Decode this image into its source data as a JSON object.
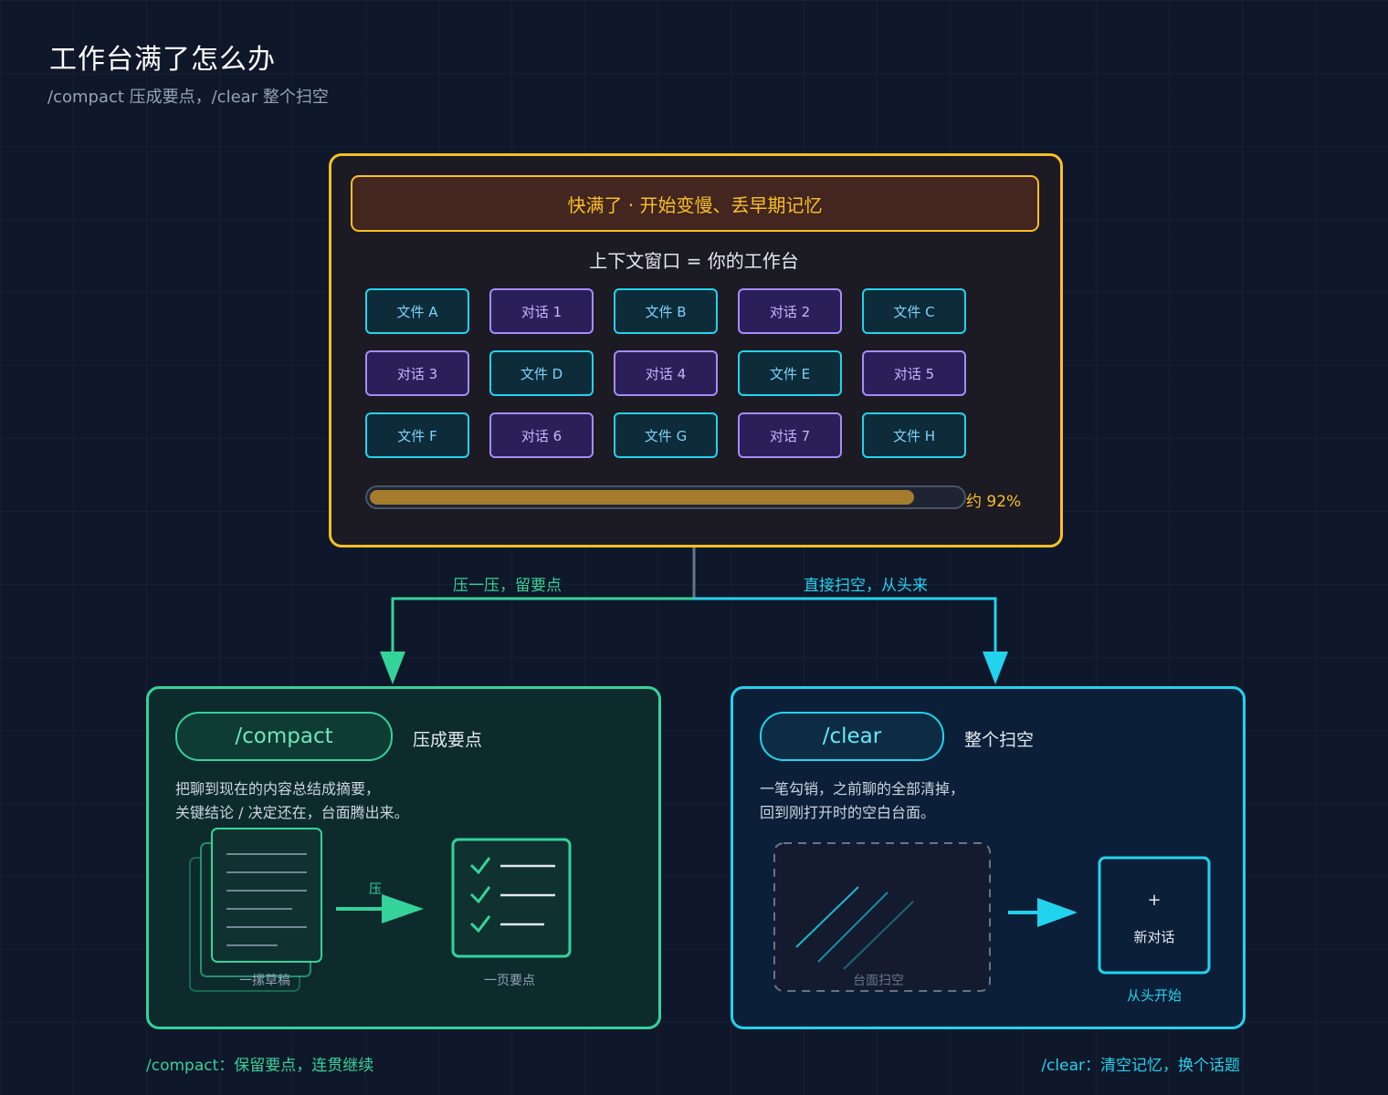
{
  "header": {
    "title": "工作台满了怎么办",
    "subtitle": "/compact 压成要点，/clear 整个扫空"
  },
  "workbench": {
    "warning": "快满了 · 开始变慢、丢早期记忆",
    "label": "上下文窗口 = 你的工作台",
    "tiles": [
      [
        {
          "label": "文件 A",
          "kind": "file"
        },
        {
          "label": "对话 1",
          "kind": "chat"
        },
        {
          "label": "文件 B",
          "kind": "file"
        },
        {
          "label": "对话 2",
          "kind": "chat"
        },
        {
          "label": "文件 C",
          "kind": "file"
        }
      ],
      [
        {
          "label": "对话 3",
          "kind": "chat"
        },
        {
          "label": "文件 D",
          "kind": "file"
        },
        {
          "label": "对话 4",
          "kind": "chat"
        },
        {
          "label": "文件 E",
          "kind": "file"
        },
        {
          "label": "对话 5",
          "kind": "chat"
        }
      ],
      [
        {
          "label": "文件 F",
          "kind": "file"
        },
        {
          "label": "对话 6",
          "kind": "chat"
        },
        {
          "label": "文件 G",
          "kind": "file"
        },
        {
          "label": "对话 7",
          "kind": "chat"
        },
        {
          "label": "文件 H",
          "kind": "file"
        }
      ]
    ],
    "fill_fraction": 0.92,
    "fill_text": "约 92%"
  },
  "branches": {
    "left_label": "压一压，留要点",
    "right_label": "直接扫空，从头来"
  },
  "compact": {
    "command": "/compact",
    "tagline": "压成要点",
    "desc_line1": "把聊到现在的内容总结成摘要，",
    "desc_line2": "关键结论 / 决定还在，台面腾出来。",
    "arrow_label": "压",
    "drafts_caption": "一摞草稿",
    "summary_caption": "一页要点",
    "footer": "/compact：保留要点，连贯继续"
  },
  "clear": {
    "command": "/clear",
    "tagline": "整个扫空",
    "desc_line1": "一笔勾销，之前聊的全部清掉，",
    "desc_line2": "回到刚打开时的空白台面。",
    "empty_caption": "台面扫空",
    "plus": "+",
    "new_chat": "新对话",
    "new_caption": "从头开始",
    "footer": "/clear：清空记忆，换个话题"
  },
  "colors": {
    "amber": "#fbbf24",
    "green": "#34d399",
    "cyan": "#22d3ee",
    "purple": "#a78bfa"
  }
}
